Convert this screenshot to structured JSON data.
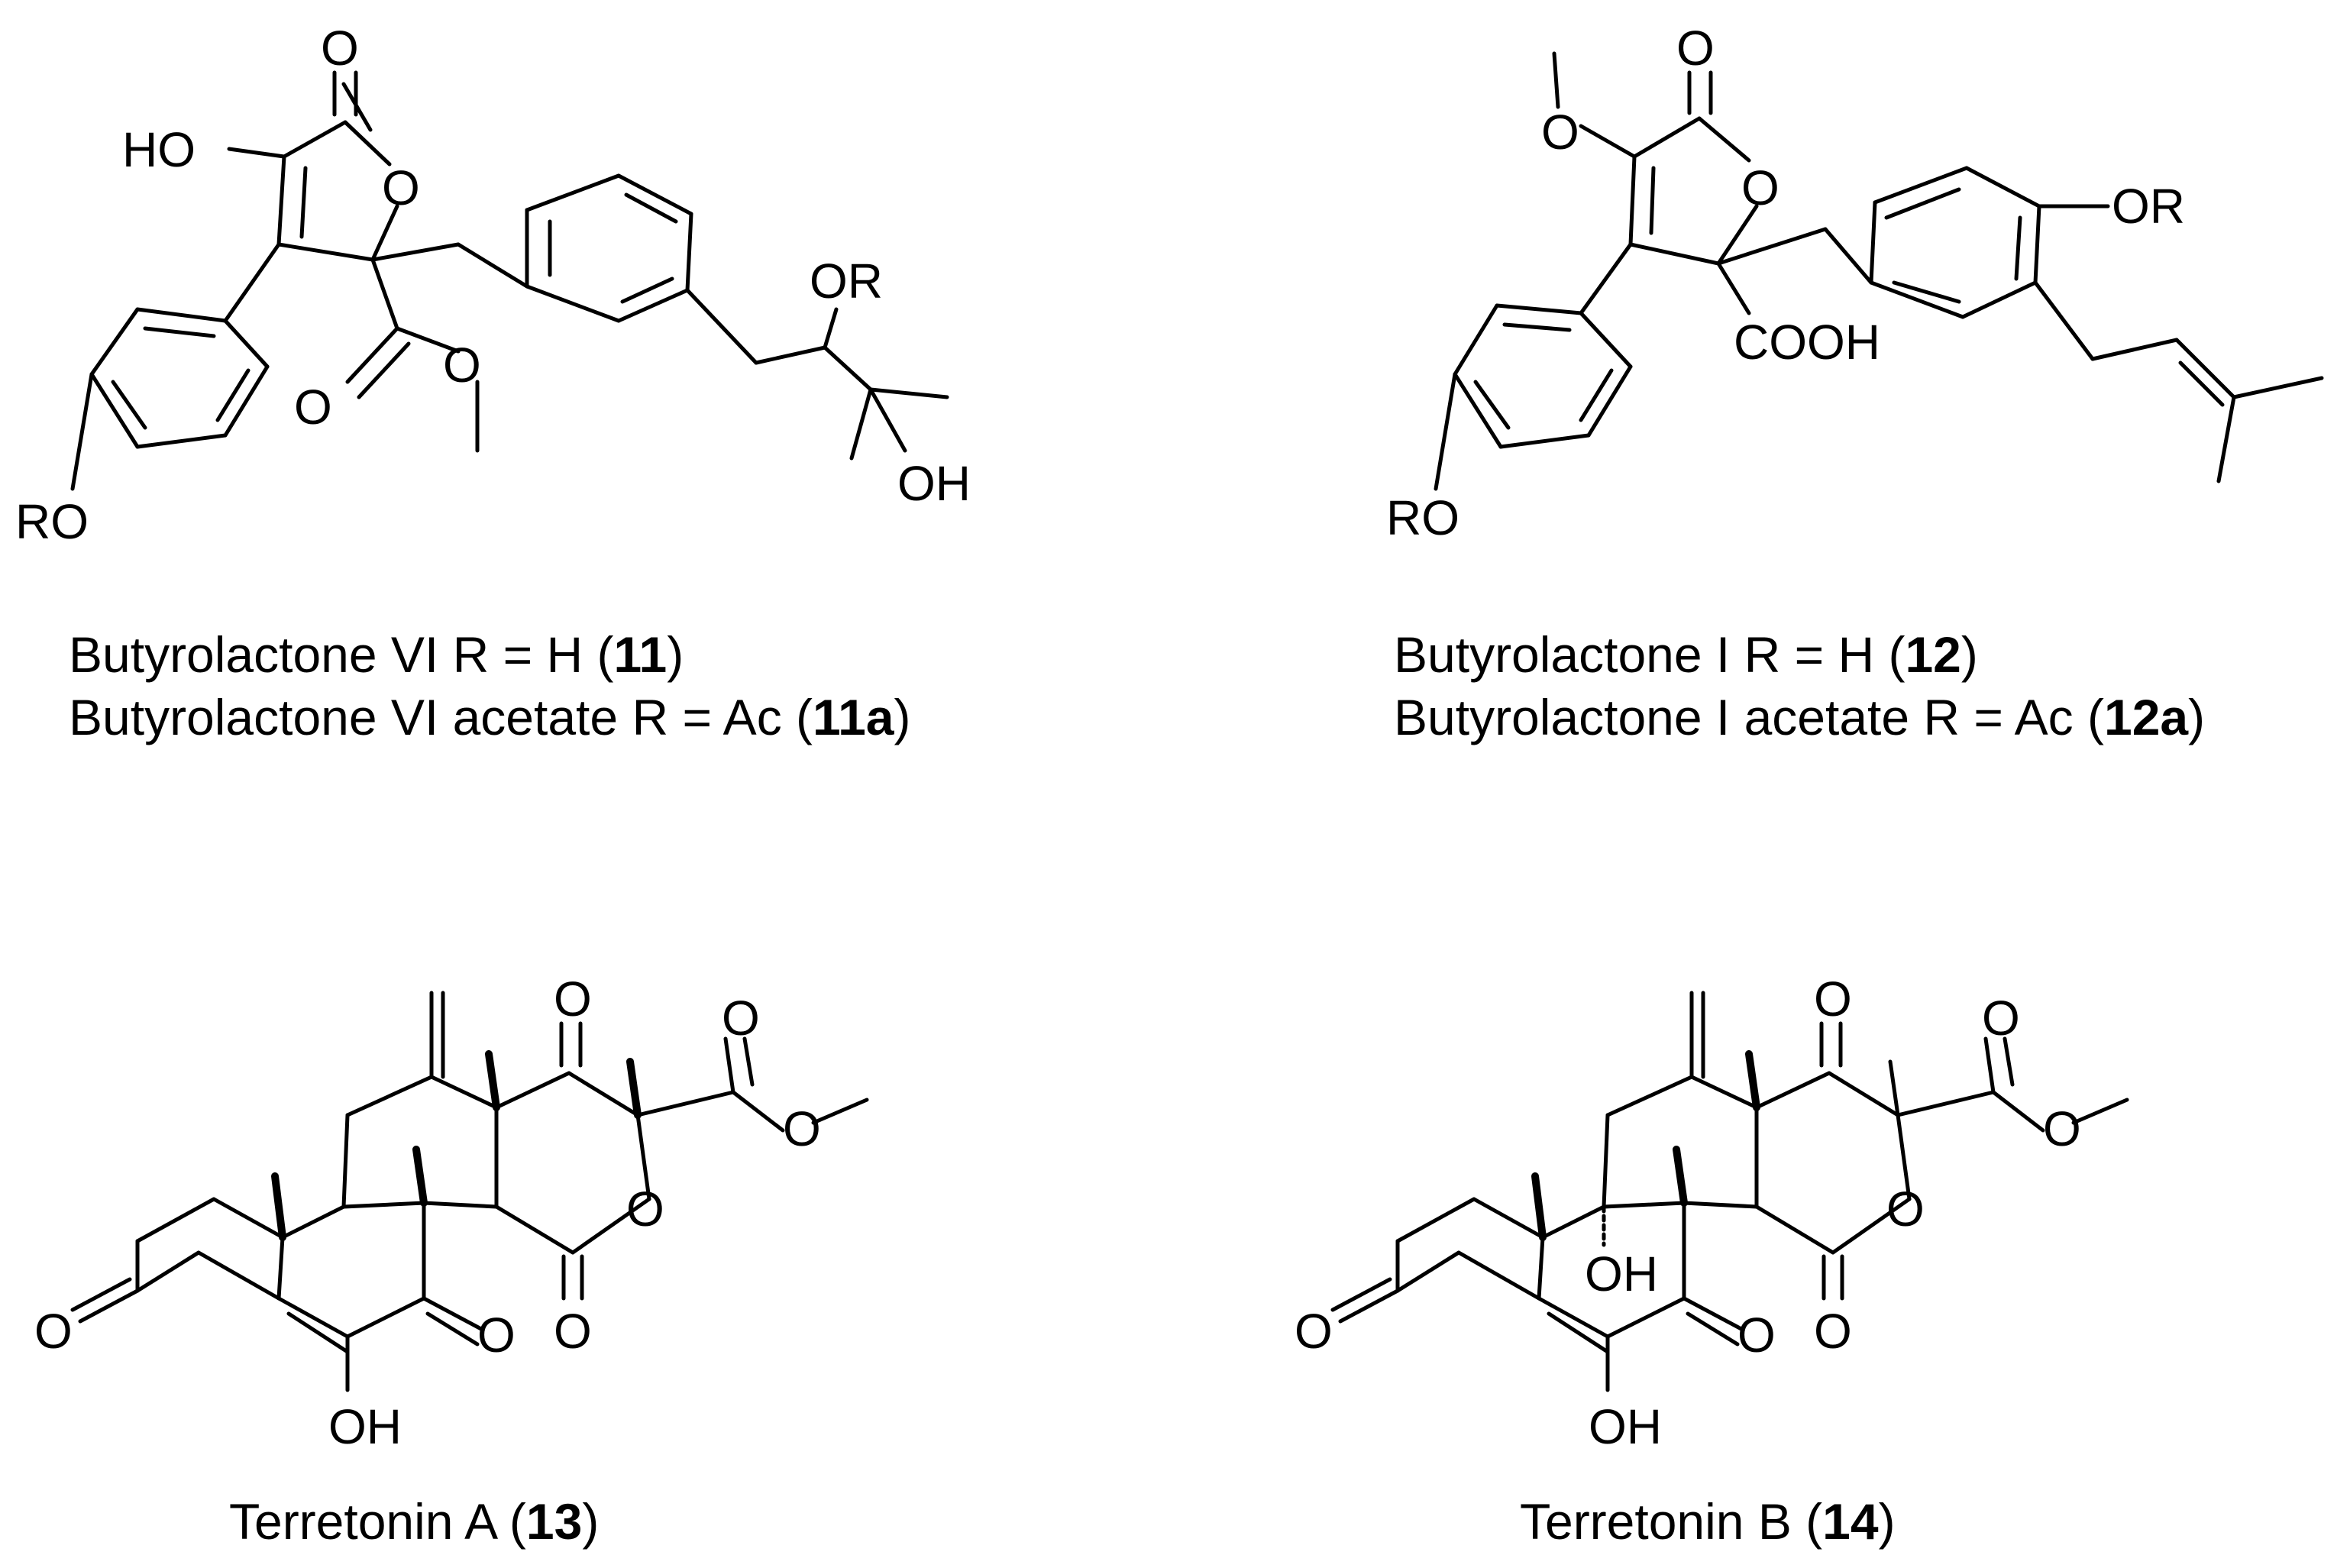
{
  "atom_labels": {
    "O": "O",
    "HO": "HO",
    "OH": "OH",
    "RO": "RO",
    "OR": "OR",
    "COOH": "COOH"
  },
  "captions": {
    "c11": {
      "pre": "Butyrolactone VI R = H (",
      "num": "11",
      "post": ")"
    },
    "c11a": {
      "pre": "Butyrolactone VI acetate  R = Ac (",
      "num": "11a",
      "post": ")"
    },
    "c12": {
      "pre": "Butyrolactone I R = H (",
      "num": "12",
      "post": ")"
    },
    "c12a": {
      "pre": "Butyrolactone I acetate  R = Ac (",
      "num": "12a",
      "post": ")"
    },
    "c13": {
      "pre": "Terretonin A (",
      "num": "13",
      "post": ")"
    },
    "c14": {
      "pre": "Terretonin B (",
      "num": "14",
      "post": ")"
    }
  }
}
